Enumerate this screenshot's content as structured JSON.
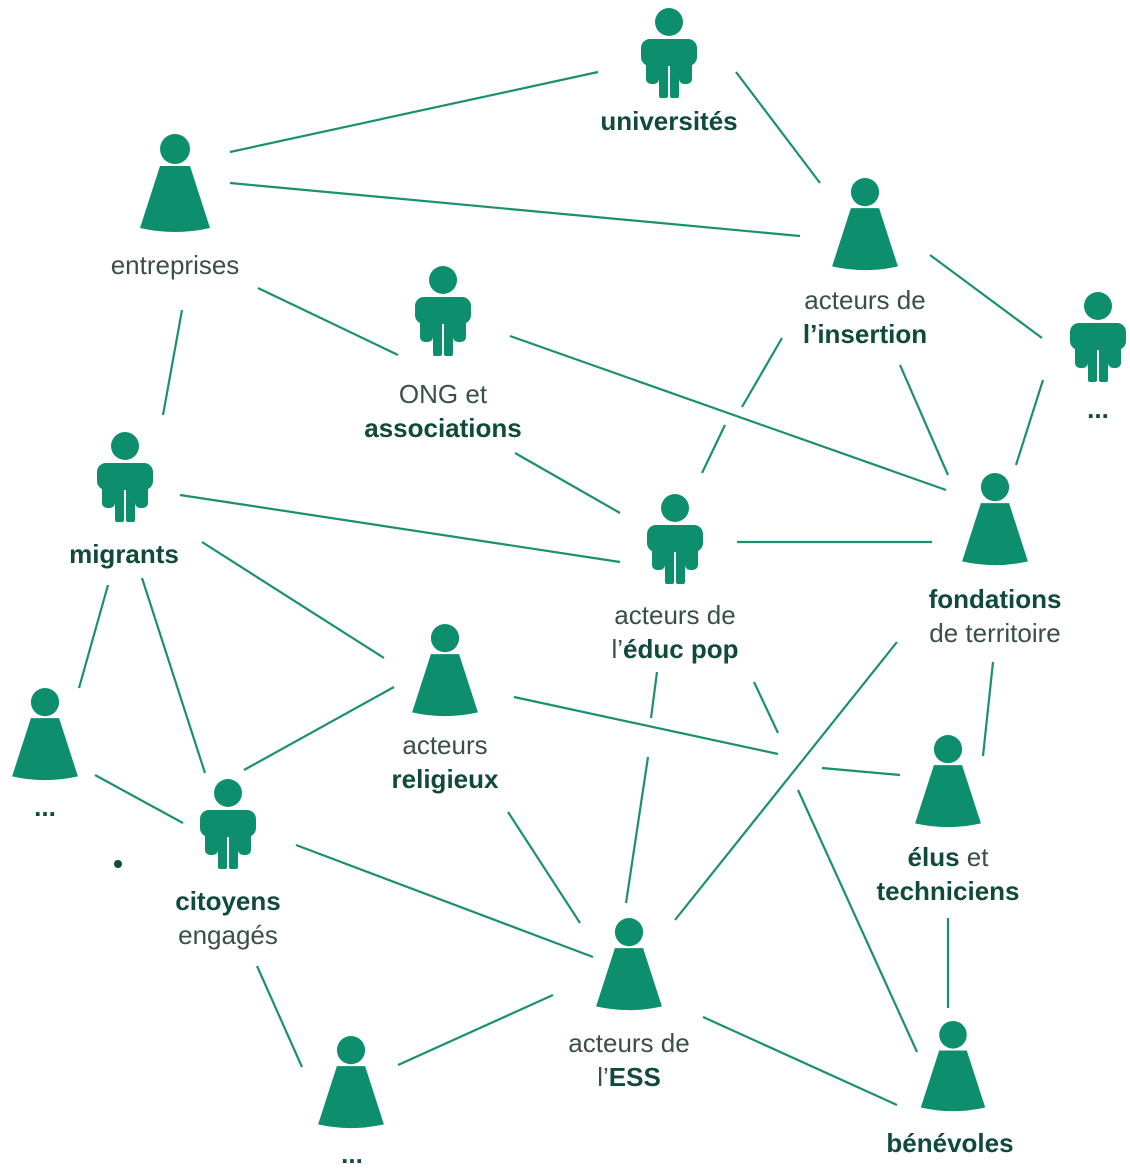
{
  "colors": {
    "icon": "#0d8f6e",
    "line": "#1b8f72",
    "bold_text": "#0f4a3b",
    "text": "#3b4f49"
  },
  "labels": {
    "universites": {
      "line1_bold": "universités"
    },
    "entreprises": {
      "line1": "entreprises"
    },
    "insertion": {
      "line1": "acteurs de",
      "line2_bold": "l’insertion"
    },
    "more_right": {
      "line1_bold": "..."
    },
    "ong": {
      "line1": "ONG et",
      "line2_bold": "associations"
    },
    "migrants": {
      "line1_bold": "migrants"
    },
    "educ_pop": {
      "line1": "acteurs de",
      "line2_prefix": "l’",
      "line2_bold": "éduc pop"
    },
    "fondations": {
      "line1_bold": "fondations",
      "line2": "de territoire"
    },
    "religieux": {
      "line1": "acteurs",
      "line2_bold": "religieux"
    },
    "more_left": {
      "line1_bold": "..."
    },
    "elus": {
      "line1_bold": "élus",
      "line1_suffix": " et",
      "line2_bold": "techniciens"
    },
    "citoyens": {
      "line1_bold": "citoyens",
      "line2": "engagés"
    },
    "ess": {
      "line1": "acteurs de",
      "line2_prefix": "l’",
      "line2_bold": "ESS"
    },
    "more_bottom": {
      "line1_bold": "..."
    },
    "benevoles": {
      "line1_bold": "bénévoles"
    }
  },
  "icons": {
    "universites": "man-icon",
    "entreprises": "woman-icon",
    "insertion": "woman-icon",
    "more_right": "man-icon",
    "ong": "man-icon",
    "migrants": "man-icon",
    "educ_pop": "man-icon",
    "fondations": "woman-icon",
    "religieux": "woman-icon",
    "more_left": "woman-icon",
    "elus": "woman-icon",
    "citoyens": "man-icon",
    "ess": "woman-icon",
    "more_bottom": "woman-icon",
    "benevoles": "woman-icon"
  }
}
